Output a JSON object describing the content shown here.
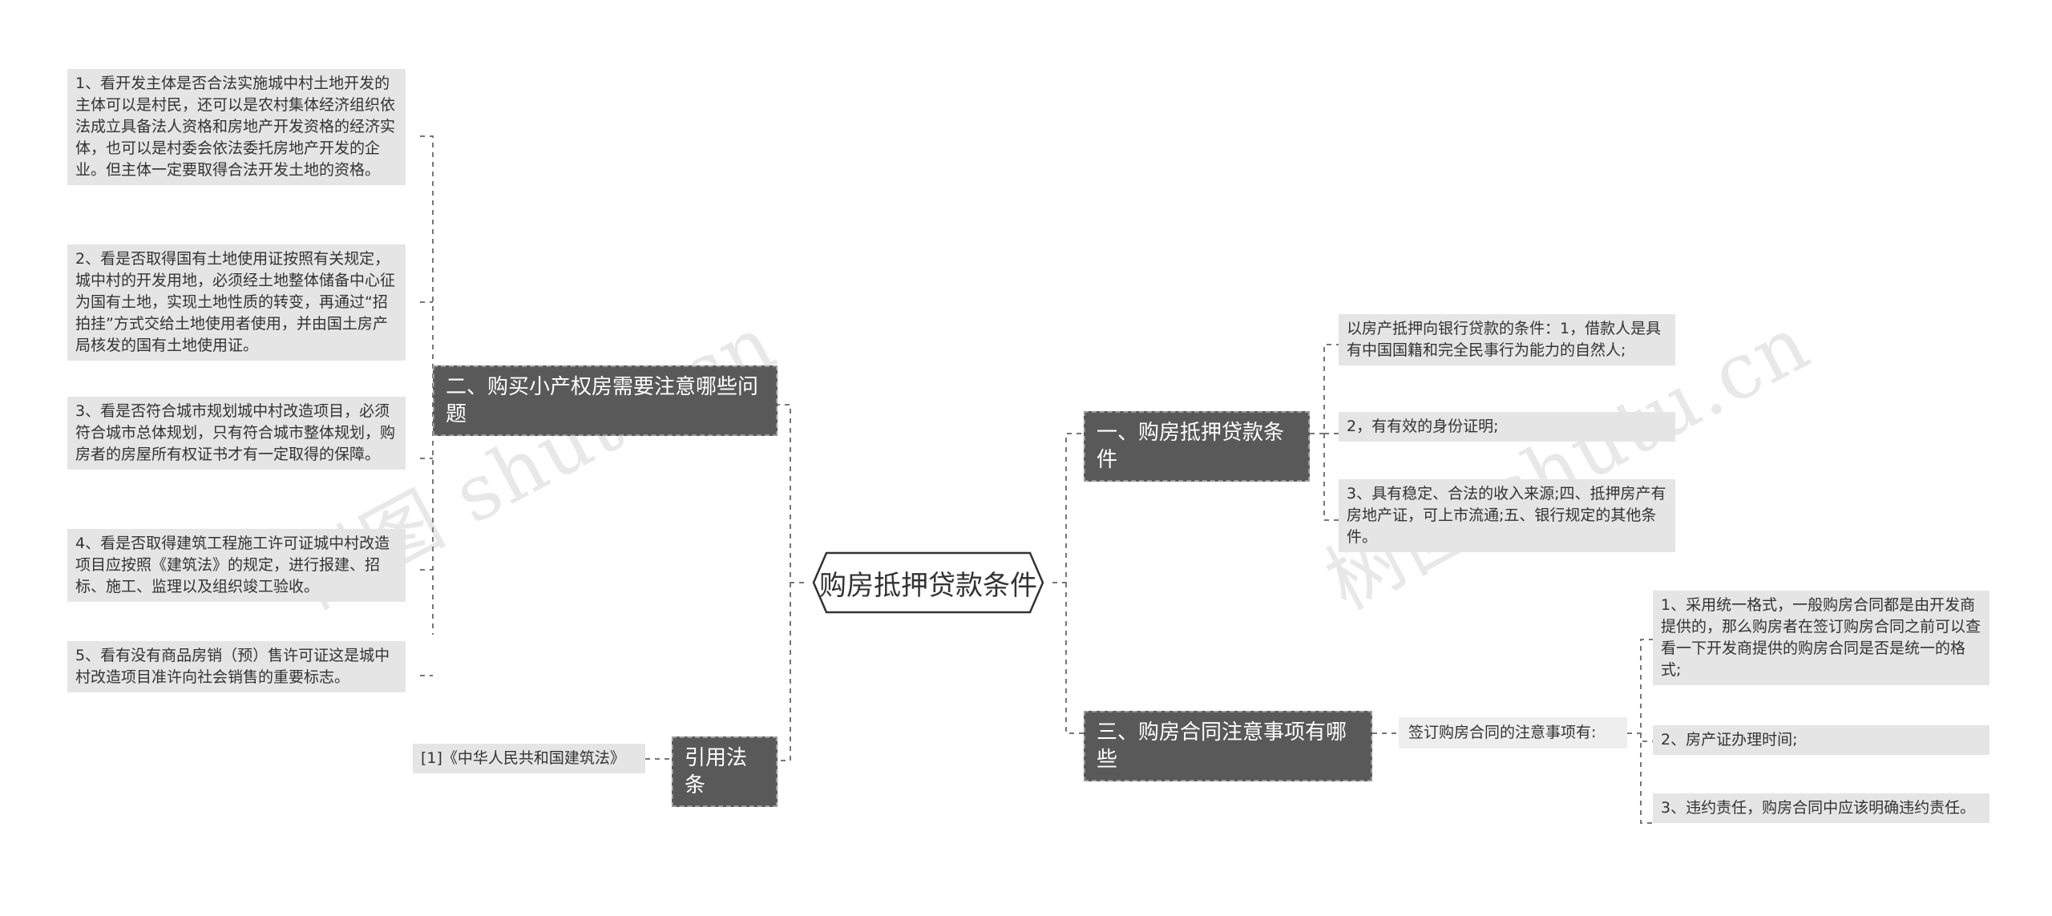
{
  "root": {
    "label": "购房抵押贷款条件"
  },
  "watermarks": [
    "树图 shutu.cn",
    "树图 shutu.cn"
  ],
  "branches": {
    "b1": {
      "label": "一、购房抵押贷款条件",
      "items": [
        "以房产抵押向银行贷款的条件：1，借款人是具有中国国籍和完全民事行为能力的自然人;",
        "2，有有效的身份证明;",
        "3、具有稳定、合法的收入来源;四、抵押房产有房地产证，可上市流通;五、银行规定的其他条件。"
      ]
    },
    "b2": {
      "label": "二、购买小产权房需要注意哪些问题",
      "items": [
        "1、看开发主体是否合法实施城中村土地开发的主体可以是村民，还可以是农村集体经济组织依法成立具备法人资格和房地产开发资格的经济实体，也可以是村委会依法委托房地产开发的企业。但主体一定要取得合法开发土地的资格。",
        "2、看是否取得国有土地使用证按照有关规定，城中村的开发用地，必须经土地整体储备中心征为国有土地，实现土地性质的转变，再通过“招拍挂”方式交给土地使用者使用，并由国土房产局核发的国有土地使用证。",
        "3、看是否符合城市规划城中村改造项目，必须符合城市总体规划，只有符合城市整体规划，购房者的房屋所有权证书才有一定取得的保障。",
        "4、看是否取得建筑工程施工许可证城中村改造项目应按照《建筑法》的规定，进行报建、招标、施工、监理以及组织竣工验收。",
        "5、看有没有商品房销（预）售许可证这是城中村改造项目准许向社会销售的重要标志。"
      ]
    },
    "b3": {
      "label": "三、购房合同注意事项有哪些",
      "sub": "签订购房合同的注意事项有:",
      "items": [
        "1、采用统一格式，一般购房合同都是由开发商提供的，那么购房者在签订购房合同之前可以查看一下开发商提供的购房合同是否是统一的格式;",
        "2、房产证办理时间;",
        "3、违约责任，购房合同中应该明确违约责任。"
      ]
    },
    "b4": {
      "label": "引用法条",
      "items": [
        "[1]《中华人民共和国建筑法》"
      ]
    }
  }
}
